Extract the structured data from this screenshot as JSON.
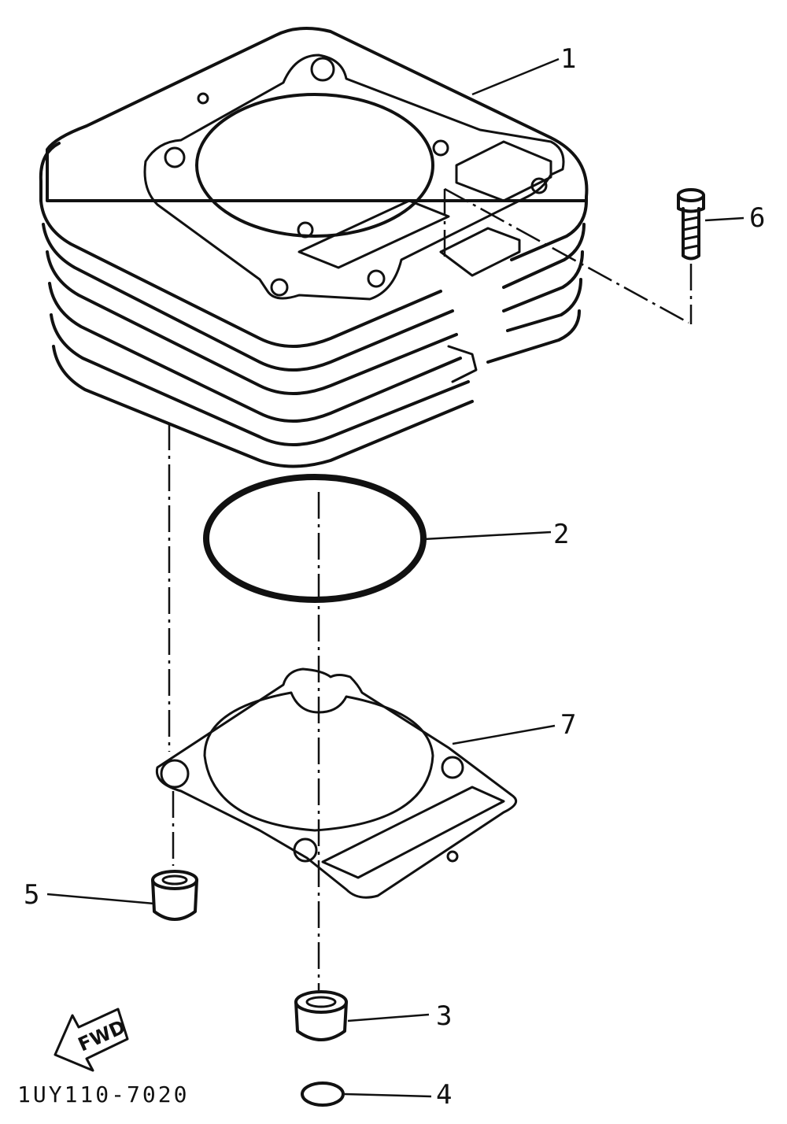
{
  "parts": [
    {
      "id": "cylinder",
      "number": "1"
    },
    {
      "id": "o-ring-large",
      "number": "2"
    },
    {
      "id": "dowel-pin-right",
      "number": "3"
    },
    {
      "id": "o-ring-small",
      "number": "4"
    },
    {
      "id": "dowel-pin-left",
      "number": "5"
    },
    {
      "id": "bolt",
      "number": "6"
    },
    {
      "id": "base-gasket",
      "number": "7"
    }
  ],
  "direction_arrow": {
    "label": "FWD"
  },
  "diagram_code": "1UY110-7020",
  "colors": {
    "ink": "#111111",
    "paper": "#ffffff"
  }
}
